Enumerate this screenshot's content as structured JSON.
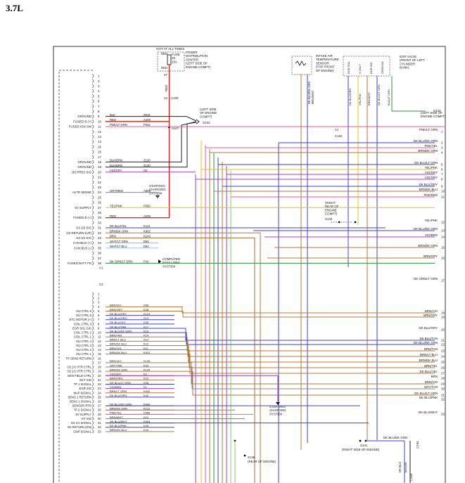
{
  "heading": "3.7L",
  "colors": {
    "red": "#d81e1e",
    "ltgrn": "#7ed36a",
    "pink": "#e85aa0",
    "dkblu": "#4040c8",
    "ltblu": "#40b8e8",
    "brn": "#b07838",
    "wht": "#b0b0b0",
    "org": "#e8a020",
    "yel": "#e0c020",
    "vio": "#a040c0",
    "grn": "#309040",
    "blk": "#222222",
    "tan": "#d0b080"
  },
  "top_box": {
    "hot_label": "HOT AT ALL TIMES",
    "fuse_lines": [
      "FUSE",
      "29",
      "15A"
    ],
    "red_top": "RED",
    "red_bot": "RED",
    "pdc": [
      "POWER",
      "DISTRIBUTION",
      "CENTER",
      "(LEFT SIDE OF",
      "ENGINE COMPT)"
    ],
    "pin_37": "37",
    "pin_13": "13",
    "c100": "C100",
    "vred": "RED"
  },
  "ground_note": {
    "lines": [
      "(LEFT SIDE",
      "OF ENGINE",
      "COMPT)"
    ],
    "id": "G102"
  },
  "iat": {
    "lines": [
      "INTAKE AIR",
      "TEMPERATURE",
      "SENSOR",
      "(TOP FRONT",
      "OF ENGINE)"
    ],
    "wires": [
      "BRN/WHT",
      "DK BLU/DK GRN"
    ]
  },
  "egr": {
    "title_lines": [
      "EGR VALVE",
      "(FRONT OF LEFT",
      "CYLINDER",
      "BANK)"
    ],
    "pins": [
      "EGR SOL",
      "5 VOLT",
      "EGR SIG",
      "GROUND"
    ],
    "wires": [
      "DK BLU/ORG",
      "YEL/PNK",
      "BRN/WHT",
      "DK BLU/LT GRN",
      "BLK/LT GRN"
    ],
    "ground_lines": [
      "(LEFT SIDE OF",
      "ENGINE COMPT)"
    ],
    "ground_id": "G102"
  },
  "c1_rows": [
    {
      "pin": "1",
      "label": "",
      "wire": "",
      "circ": ""
    },
    {
      "pin": "2",
      "label": "",
      "wire": "",
      "circ": ""
    },
    {
      "pin": "3",
      "label": "",
      "wire": "",
      "circ": ""
    },
    {
      "pin": "4",
      "label": "",
      "wire": "",
      "circ": ""
    },
    {
      "pin": "5",
      "label": "",
      "wire": "",
      "circ": ""
    },
    {
      "pin": "6",
      "label": "",
      "wire": "",
      "circ": ""
    },
    {
      "pin": "7",
      "label": "",
      "wire": "",
      "circ": ""
    },
    {
      "pin": "8",
      "label": "",
      "wire": "",
      "circ": ""
    },
    {
      "pin": "9",
      "label": "GROUND",
      "wire": "BLK",
      "circ": "Z916"
    },
    {
      "pin": "10",
      "label": "FUSED B (+)",
      "wire": "RED",
      "circ": "A209"
    },
    {
      "pin": "11",
      "label": "FUSED IGN SW",
      "wire": "PNK/LT GRN",
      "circ": "F942"
    },
    {
      "pin": "12",
      "label": "",
      "wire": "",
      "circ": ""
    },
    {
      "pin": "13",
      "label": "",
      "wire": "",
      "circ": ""
    },
    {
      "pin": "14",
      "label": "",
      "wire": "",
      "circ": ""
    },
    {
      "pin": "15",
      "label": "",
      "wire": "",
      "circ": ""
    },
    {
      "pin": "16",
      "label": "",
      "wire": "",
      "circ": ""
    },
    {
      "pin": "17",
      "label": "",
      "wire": "",
      "circ": ""
    },
    {
      "pin": "18",
      "label": "GROUND",
      "wire": "BLK/BRN",
      "circ": "Z130"
    },
    {
      "pin": "19",
      "label": "GROUND",
      "wire": "BLK/BRN",
      "circ": "Z130"
    },
    {
      "pin": "20",
      "label": "(K) PRES SIG",
      "wire": "VIO/GRY",
      "circ": "G6"
    },
    {
      "pin": "21",
      "label": "",
      "wire": "",
      "circ": ""
    },
    {
      "pin": "22",
      "label": "",
      "wire": "",
      "circ": ""
    },
    {
      "pin": "23",
      "label": "",
      "wire": "",
      "circ": ""
    },
    {
      "pin": "24",
      "label": "ALTR SENSE",
      "wire": "GRY/RED",
      "circ": "A808"
    },
    {
      "pin": "25",
      "label": "",
      "wire": "",
      "circ": ""
    },
    {
      "pin": "26",
      "label": "",
      "wire": "",
      "circ": ""
    },
    {
      "pin": "27",
      "label": "5V SUPPLY",
      "wire": "YEL/PNK",
      "circ": "F856"
    },
    {
      "pin": "28",
      "label": "",
      "wire": "",
      "circ": ""
    },
    {
      "pin": "29",
      "label": "FUSED B (+)",
      "wire": "RED",
      "circ": "A209"
    },
    {
      "pin": "30",
      "label": "",
      "wire": "",
      "circ": ""
    },
    {
      "pin": "31",
      "label": "O2 1/2 SIG",
      "wire": "DK BLU/YEL",
      "circ": "K141"
    },
    {
      "pin": "32",
      "label": "O2 RETURN (UP)",
      "wire": "BRN/DK GRN",
      "circ": "K902"
    },
    {
      "pin": "33",
      "label": "O2 2/2 SIG",
      "wire": "BRN",
      "circ": "K243"
    },
    {
      "pin": "34",
      "label": "CAN BUS (+)",
      "wire": "WHT/LT GRN",
      "circ": "D65"
    },
    {
      "pin": "35",
      "label": "CAN BUS (-)",
      "wire": "WHT/LT BLU",
      "circ": "D64"
    },
    {
      "pin": "36",
      "label": "",
      "wire": "",
      "circ": ""
    },
    {
      "pin": "37",
      "label": "",
      "wire": "",
      "circ": ""
    },
    {
      "pin": "38",
      "label": "FUSED BATT FD",
      "wire": "DK GRN/LT GRN",
      "circ": "F42"
    }
  ],
  "c2_rows": [
    {
      "pin": "1",
      "label": "",
      "wire": "",
      "circ": ""
    },
    {
      "pin": "2",
      "label": "",
      "wire": "",
      "circ": ""
    },
    {
      "pin": "3",
      "label": "",
      "wire": "",
      "circ": ""
    },
    {
      "pin": "4",
      "label": "",
      "wire": "BRN/VIO",
      "circ": "K66"
    },
    {
      "pin": "5",
      "label": "INJ CTRL 6",
      "wire": "BRN/GRY",
      "circ": "K38"
    },
    {
      "pin": "6",
      "label": "INJ CTRL 5",
      "wire": "DK BLU/GRY",
      "circ": "K124"
    },
    {
      "pin": "7",
      "label": "ETC MOTOR (+)",
      "wire": "DK BLU/ORG",
      "circ": "K19"
    },
    {
      "pin": "8",
      "label": "COIL CTRL 3",
      "wire": "DK BLU/VIO",
      "circ": "K35"
    },
    {
      "pin": "9",
      "label": "EGR SOL SIG",
      "wire": "DK BLU/TAN",
      "circ": "K17"
    },
    {
      "pin": "10",
      "label": "COIL CTRL 2",
      "wire": "DK BLU/DK GRN",
      "circ": "K19"
    },
    {
      "pin": "11",
      "label": "COIL CTRL 1",
      "wire": "BRN/TAN",
      "circ": "K14"
    },
    {
      "pin": "12",
      "label": "INJ CTRL 4",
      "wire": "BRN/LT BLU",
      "circ": "K13"
    },
    {
      "pin": "13",
      "label": "INJ CTRL 3",
      "wire": "BRN/DK BLU",
      "circ": "K12"
    },
    {
      "pin": "14",
      "label": "INJ CTRL 2",
      "wire": "BRN/YEL",
      "circ": "K11"
    },
    {
      "pin": "15",
      "label": "INJ CTRL 1",
      "wire": "BRN/DK BLU",
      "circ": "K922"
    },
    {
      "pin": "16",
      "label": "TP SENS RETURN",
      "wire": "",
      "circ": ""
    },
    {
      "pin": "17",
      "label": "",
      "wire": "BRN/VIO",
      "circ": "K199"
    },
    {
      "pin": "18",
      "label": "O2 2/1 HTR CTRL",
      "wire": "GRY/TAN",
      "circ": "K99"
    },
    {
      "pin": "19",
      "label": "O2 1/1 HTR CTRL",
      "wire": "BRN/DK GRN",
      "circ": "K125"
    },
    {
      "pin": "20",
      "label": "GEN FIELD CTRL",
      "wire": "VIO/GRY",
      "circ": "K2"
    },
    {
      "pin": "21",
      "label": "ECT SIG",
      "wire": "BRN/ORG",
      "circ": "K22"
    },
    {
      "pin": "22",
      "label": "TP 1 SIGNAL",
      "wire": "DK BLU/LT GRN",
      "circ": "K35"
    },
    {
      "pin": "23",
      "label": "EGR SIG",
      "wire": "VIO/BRN",
      "circ": "K1"
    },
    {
      "pin": "24",
      "label": "MAP SIGNAL",
      "wire": "BRN/LT GRN",
      "circ": "K942"
    },
    {
      "pin": "25",
      "label": "SENS 1 RETURN",
      "wire": "DK BLU/ORG",
      "circ": "K42"
    },
    {
      "pin": "26",
      "label": "SENS 1 SIGNAL",
      "wire": "",
      "circ": ""
    },
    {
      "pin": "27",
      "label": "SENSOR RTN",
      "wire": "DK BLU/DK GRN",
      "circ": "K900"
    },
    {
      "pin": "28",
      "label": "TP 2 SIGNAL",
      "wire": "BRN/DK GRN",
      "circ": "K122"
    },
    {
      "pin": "29",
      "label": "5V SUPPLY",
      "wire": "PNK/YEL",
      "circ": "F856"
    },
    {
      "pin": "30",
      "label": "IAT SIG",
      "wire": "BRN/WHT",
      "circ": "K21"
    },
    {
      "pin": "31",
      "label": "O2 1/1 SIGNAL",
      "wire": "DK BLU/WHT",
      "circ": "K904"
    },
    {
      "pin": "32",
      "label": "O2 RETURN (DN)",
      "wire": "DK BLU/PNK",
      "circ": "K43"
    },
    {
      "pin": "33",
      "label": "CMP SIGNAL",
      "wire": "BRN/DK BLU",
      "circ": "K44"
    }
  ],
  "right_labels": [
    {
      "wire": "PNK/LT GRN",
      "pin": "1"
    },
    {
      "wire": "DK BLU/DK GRN",
      "pin": "2"
    },
    {
      "wire": "PNK/YEL",
      "pin": "3"
    },
    {
      "wire": "BRN/DK GRN",
      "pin": "4"
    },
    {
      "wire": "DK BLU/LT GRN",
      "pin": "5"
    },
    {
      "wire": "YEL/PNK",
      "pin": "6"
    },
    {
      "wire": "VIO/GRY",
      "pin": "7"
    },
    {
      "wire": "VIO/GRY",
      "pin": "8"
    },
    {
      "wire": "DK BLU/GRY",
      "pin": "9"
    },
    {
      "wire": "BRN/DK BLU",
      "pin": "10"
    },
    {
      "wire": "PNK/RED",
      "pin": "11"
    },
    {
      "wire": "YEL/PNK",
      "pin": "12"
    },
    {
      "wire": "DK BLU/DK GRN",
      "pin": "13"
    },
    {
      "wire": "VIO/BRN",
      "pin": "14"
    },
    {
      "wire": "BRN/DK GRN",
      "pin": "15"
    },
    {
      "wire": "BRN/GRY",
      "pin": "16"
    },
    {
      "wire": "DK GRN/LT GRN",
      "pin": "17"
    },
    {
      "wire": "BRN/VIO",
      "pin": "18"
    },
    {
      "wire": "BRN/GRY",
      "pin": "19"
    },
    {
      "wire": "DK BLU/GRY",
      "pin": "20"
    },
    {
      "wire": "DK BLU/TAN",
      "pin": "21"
    },
    {
      "wire": "DK BLU/DK GRN",
      "pin": "22"
    },
    {
      "wire": "BRN/TAN",
      "pin": "23"
    },
    {
      "wire": "BRN/LT BLU",
      "pin": "24"
    },
    {
      "wire": "BRN/DK BLU",
      "pin": "25"
    },
    {
      "wire": "BRN/YEL",
      "pin": "26"
    },
    {
      "wire": "DK BLU/YEL",
      "pin": "27"
    },
    {
      "wire": "BRN",
      "pin": "28"
    },
    {
      "wire": "BRN/VIO",
      "pin": "29"
    },
    {
      "wire": "GRY/TAN",
      "pin": "30"
    },
    {
      "wire": "DK BLU/LT GRN",
      "pin": "31"
    },
    {
      "wire": "DK BLU/PNK",
      "pin": "32"
    },
    {
      "wire": "DK BLU/WHT",
      "pin": "33"
    }
  ],
  "annotations": {
    "charging1": [
      "STARTING/",
      "CHARGING",
      "SYSTEM"
    ],
    "computer_data": [
      "COMPUTER",
      "DATA LINES",
      "SYSTEM"
    ],
    "charging2": [
      "STARTING/",
      "CHARGING",
      "SYSTEM"
    ],
    "s140": [
      "(RIGHT",
      "REAR OF",
      "ENGINE",
      "COMPT)",
      "S140"
    ],
    "s107": "S107",
    "c104": [
      "14",
      "C104"
    ],
    "s138": [
      "S138",
      "(REAR OF ENGINE)"
    ],
    "s141": [
      "S141",
      "(RIGHT SIDE OF ENGINE)"
    ],
    "s141_wire": "DK BLU/DK GRN",
    "c194": [
      "C194",
      "DK BLU",
      "BLK/DK",
      "C159"
    ]
  }
}
